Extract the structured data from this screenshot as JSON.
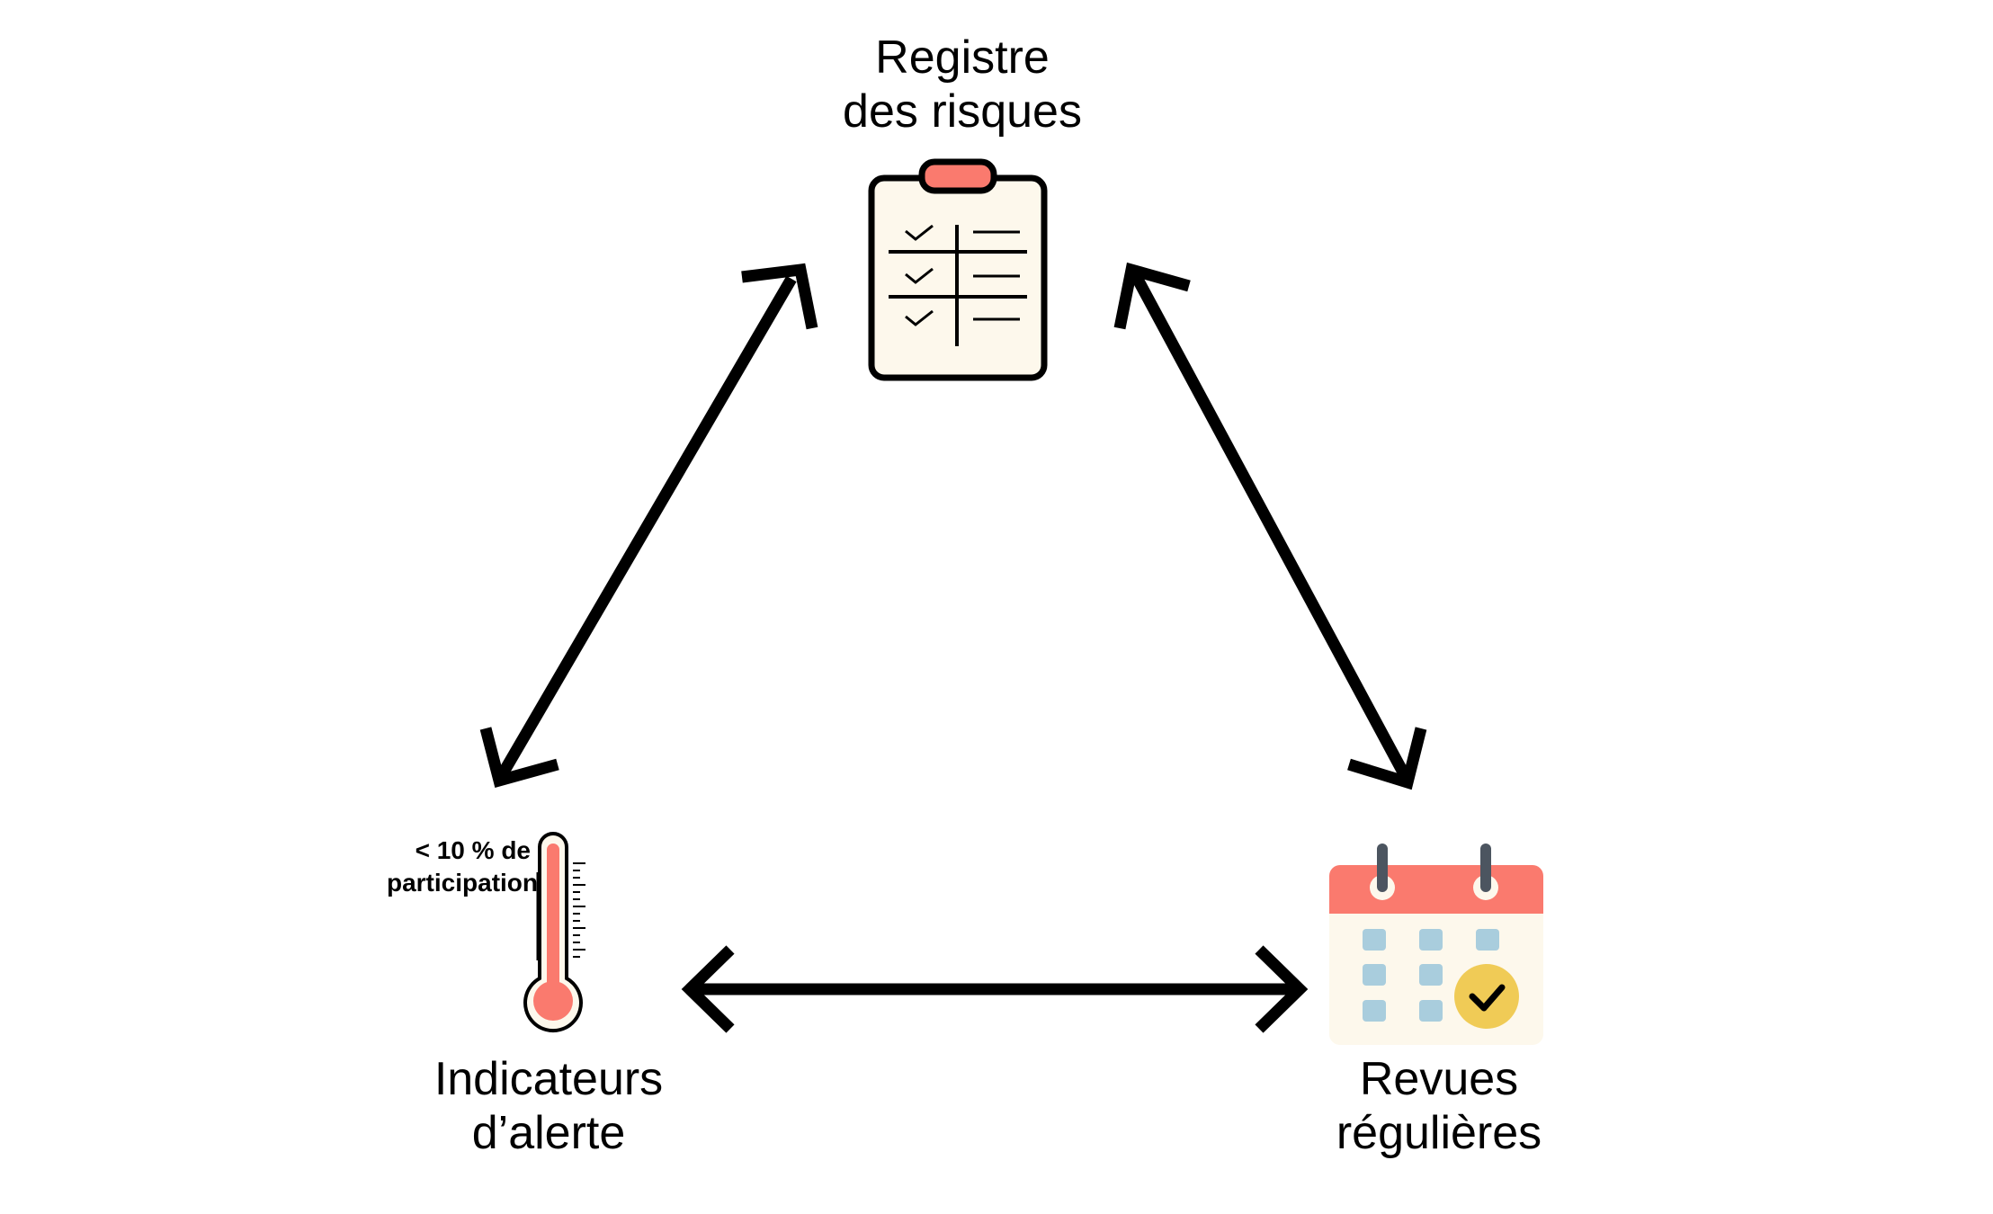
{
  "nodes": {
    "register": {
      "line1": "Registre",
      "line2": "des risques",
      "icon": "clipboard-checklist-icon"
    },
    "indicators": {
      "line1": "Indicateurs",
      "line2": "d’alerte",
      "icon": "thermometer-icon",
      "annotation_line1": "< 10 % de",
      "annotation_line2": "participation"
    },
    "reviews": {
      "line1": "Revues",
      "line2": "régulières",
      "icon": "calendar-check-icon"
    }
  },
  "colors": {
    "accent": "#fa7a6e",
    "paper": "#fdf8ec",
    "calendar_cell": "#a9cddd",
    "check_badge": "#f0cb56",
    "ink": "#000000",
    "ring": "#4c5560"
  }
}
